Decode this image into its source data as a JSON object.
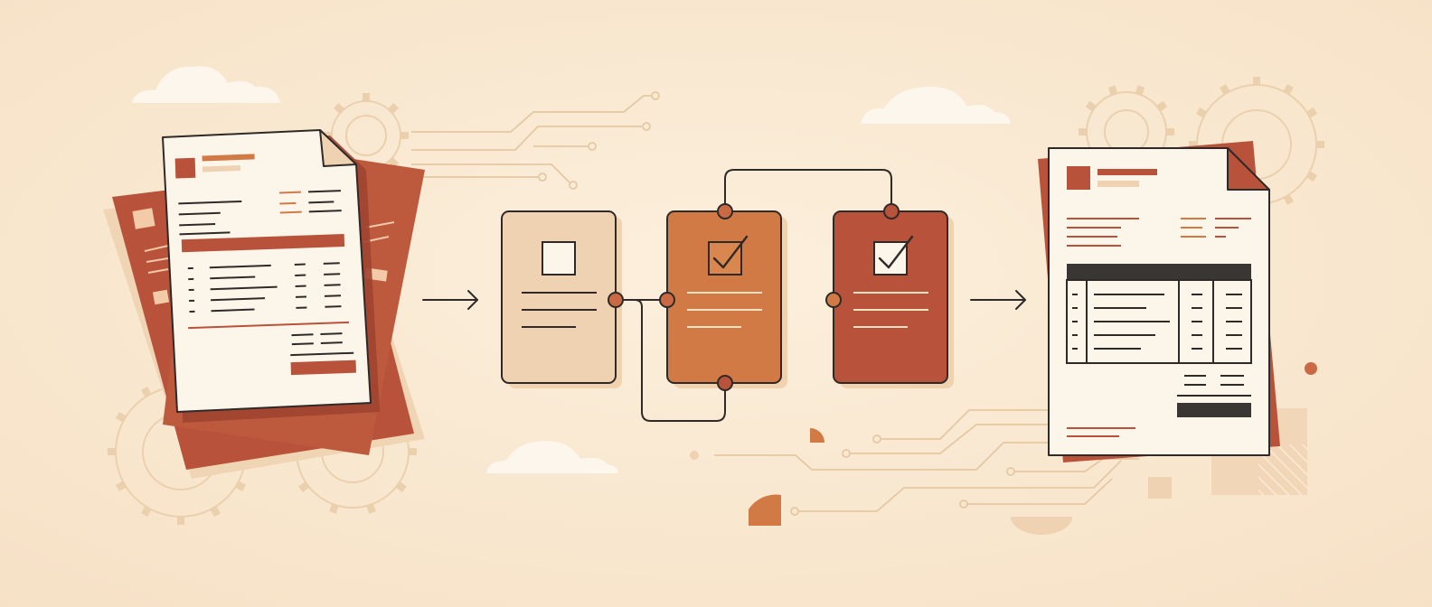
{
  "colors": {
    "background": "#FBEBD4",
    "background_edge": "#F6E1C5",
    "ink": "#2F2A27",
    "paper": "#FCF5EA",
    "rust": "#B9523A",
    "rust_dark": "#9E4330",
    "orange": "#D27A45",
    "tan": "#EED2B2",
    "shadow": "#E9CBA4",
    "faint_line": "#EBD0AE",
    "cloud": "#FDF6EC",
    "table_header": "#3A3634"
  },
  "icons": {
    "input_documents": "invoice-stack-icon",
    "output_document": "structured-invoice-icon",
    "step_pending": "empty-checkbox-icon",
    "step_done": "checked-checkbox-icon",
    "flow_arrow": "right-arrow-icon",
    "decoration": [
      "gear-icon",
      "cloud-icon",
      "circuit-trace-icon"
    ]
  },
  "pipeline": {
    "steps": [
      {
        "state": "pending",
        "color": "tan"
      },
      {
        "state": "checked",
        "color": "orange"
      },
      {
        "state": "checked",
        "color": "rust"
      }
    ]
  }
}
